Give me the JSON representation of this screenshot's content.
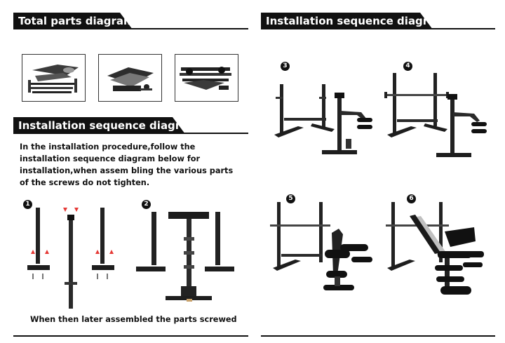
{
  "left": {
    "parts_title": "Total parts diagram",
    "install_title": "Installation sequence diagram",
    "paragraph": "In the installation procedure,follow the installation sequence diagram below for installation,when assem bling the various parts of the screws do not tighten.",
    "step1": "1",
    "step2": "2",
    "caption": "When then later assembled the parts screwed"
  },
  "right": {
    "install_title": "Installation sequence diagram",
    "step3": "3",
    "step4": "4",
    "step5": "5",
    "step6": "6"
  },
  "colors": {
    "banner": "#111111",
    "accent_arrow": "#e53935",
    "pad": "#c0c0c0"
  }
}
